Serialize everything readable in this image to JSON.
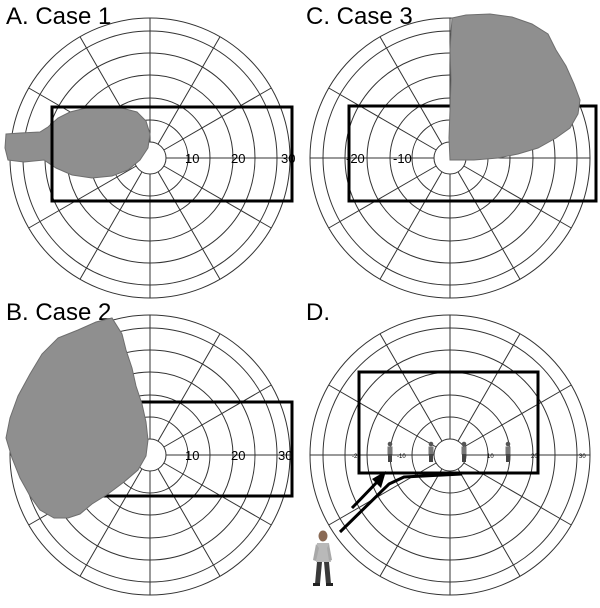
{
  "panels": {
    "a": {
      "title": "A. Case 1",
      "ticks": [
        "10",
        "20",
        "30"
      ]
    },
    "b": {
      "title": "B. Case 2",
      "ticks": [
        "10",
        "20",
        "30"
      ]
    },
    "c": {
      "title": "C. Case 3",
      "ticks": [
        "-20",
        "-10"
      ]
    },
    "d": {
      "title": "D.",
      "ticks": [
        "-20",
        "-10",
        "10",
        "20",
        "30"
      ]
    }
  },
  "colors": {
    "region_fill": "#8f8f8f",
    "lines": "#333333",
    "frame": "#000000"
  },
  "icons": {
    "person": "person-icon",
    "marker": "small-figure-icon"
  }
}
